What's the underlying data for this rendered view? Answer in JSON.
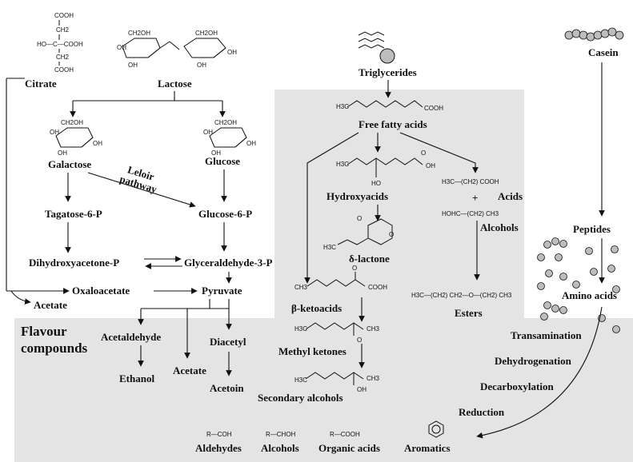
{
  "colors": {
    "shade": "#e4e4e4",
    "ink": "#111111"
  },
  "region_label": [
    "Flavour",
    "compounds"
  ],
  "nodes": {
    "citrate": "Citrate",
    "lactose": "Lactose",
    "galactose": "Galactose",
    "glucose": "Glucose",
    "leloir": [
      "Leloir",
      "pathway"
    ],
    "tagatose6p": "Tagatose-6-P",
    "glucose6p": "Glucose-6-P",
    "dhap": "Dihydroxyacetone-P",
    "g3p": "Glyceraldehyde-3-P",
    "oxaloacetate": "Oxaloacetate",
    "pyruvate": "Pyruvate",
    "acetate_left": "Acetate",
    "acetaldehyde": "Acetaldehyde",
    "ethanol": "Ethanol",
    "acetate_mid": "Acetate",
    "diacetyl": "Diacetyl",
    "acetoin": "Acetoin",
    "triglycerides": "Triglycerides",
    "free_fatty_acids": "Free fatty acids",
    "hydroxyacids": "Hydroxyacids",
    "delta_lactone": "δ-lactone",
    "acids": "Acids",
    "alcohols": "Alcohols",
    "esters": "Esters",
    "beta_ketoacids": "β-ketoacids",
    "methyl_ketones": "Methyl ketones",
    "secondary_alcohols": "Secondary alcohols",
    "casein": "Casein",
    "peptides": "Peptides",
    "amino_acids": "Amino acids",
    "transamination": "Transamination",
    "dehydrogenation": "Dehydrogenation",
    "decarboxylation": "Decarboxylation",
    "reduction": "Reduction",
    "aldehydes": "Aldehydes",
    "alcohols_bottom": "Alcohols",
    "organic_acids": "Organic acids",
    "aromatics": "Aromatics"
  },
  "formulas": {
    "citrate": [
      "COOH",
      "CH2",
      "HO—C—COOH",
      "CH2",
      "COOH"
    ],
    "sugar_groups": [
      "CH2OH",
      "OH",
      "OH",
      "OH",
      "OH"
    ],
    "ffa": [
      "H3C",
      "COOH"
    ],
    "hydroxyacid": [
      "H3C",
      "HO",
      "OH",
      "O"
    ],
    "acid_formula": "H3C—(CH2) COOH",
    "plus": "+",
    "alcohol_formula": "HOHC—(CH2) CH3",
    "lactone": [
      "H3C",
      "O",
      "O"
    ],
    "ester_formula": "H3C—(CH2) CH2—O—(CH2) CH3",
    "ketoacid": [
      "CH3",
      "O",
      "COOH"
    ],
    "methyl_ketone": [
      "H3C",
      "CH3",
      "O"
    ],
    "sec_alcohol": [
      "H3C",
      "CH3",
      "OH"
    ],
    "aldehyde_formula": "R—COH",
    "alcohol_formula_bottom": "R—CHOH",
    "acid_formula_bottom": "R—COOH"
  }
}
